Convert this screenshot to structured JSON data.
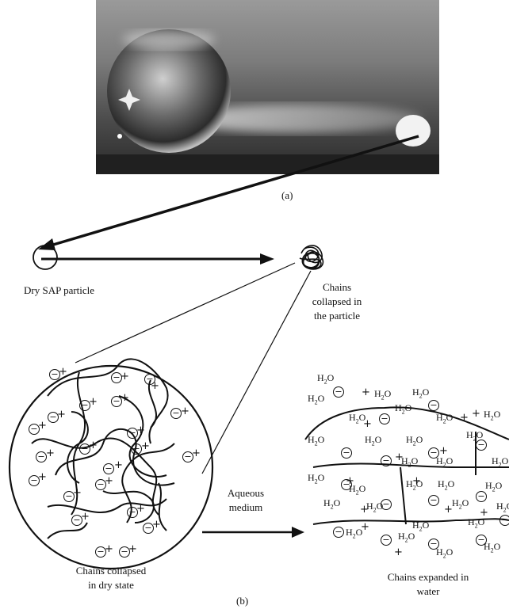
{
  "panel_a": {
    "caption": "(a)"
  },
  "panel_b": {
    "caption": "(b)",
    "dry_particle_label": "Dry SAP particle",
    "chains_collapsed_particle": [
      "Chains",
      "collapsed in",
      "the particle"
    ],
    "chains_collapsed_dry": [
      "Chains collapsed",
      "in dry state"
    ],
    "aqueous_medium": [
      "Aqueous",
      "medium"
    ],
    "chains_expanded": [
      "Chains expanded in",
      "water"
    ]
  },
  "symbols": {
    "negative": "−",
    "positive": "+",
    "water": "H2O"
  },
  "colors": {
    "ink": "#111111",
    "photo_dark": "#2b2b2b",
    "photo_light": "#d8d8d8"
  }
}
